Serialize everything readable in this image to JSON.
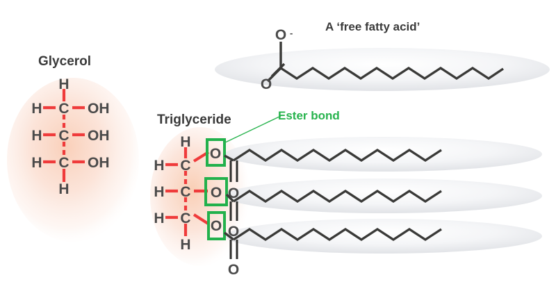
{
  "figure": {
    "type": "biochemistry-diagram",
    "subject": "Triglyceride formation from glycerol and free fatty acids",
    "background_color": "#ffffff"
  },
  "labels": {
    "glycerol": "Glycerol",
    "triglyceride": "Triglyceride",
    "free_fatty_acid": "A ‘free fatty acid’",
    "ester_bond": "Ester bond"
  },
  "colors": {
    "bond_red": "#ef3b3b",
    "ester_green": "#22b14c",
    "label_gray": "#3a3a3a",
    "atom_gray": "#4a4a4a",
    "chain_dark": "#3a3a38",
    "glycerol_blob": "#fbdccb",
    "tail_ellipse": "#e9eaec"
  },
  "glycerol_molecule": {
    "top_hydrogen": "H",
    "bottom_hydrogen": "H",
    "rows": [
      {
        "left": "H",
        "center": "C",
        "right": "OH"
      },
      {
        "left": "H",
        "center": "C",
        "right": "OH"
      },
      {
        "left": "H",
        "center": "C",
        "right": "OH"
      }
    ]
  },
  "triglyceride_molecule": {
    "top_hydrogen": "H",
    "bottom_hydrogen": "H",
    "rows": [
      {
        "left": "H",
        "center": "C",
        "ester_oxygen": "O",
        "carbonyl_oxygen": "O"
      },
      {
        "left": "H",
        "center": "C",
        "ester_oxygen": "O",
        "carbonyl_oxygen": "O"
      },
      {
        "left": "H",
        "center": "C",
        "ester_oxygen": "O",
        "carbonyl_oxygen": "O"
      }
    ],
    "tail_count": 3,
    "tail_zigzag_vertices": 13
  },
  "free_fatty_acid": {
    "carboxylate_oxygen_top": "O",
    "carboxylate_charge": "-",
    "carbonyl_oxygen_bottom": "O",
    "tail_zigzag_vertices": 14
  }
}
